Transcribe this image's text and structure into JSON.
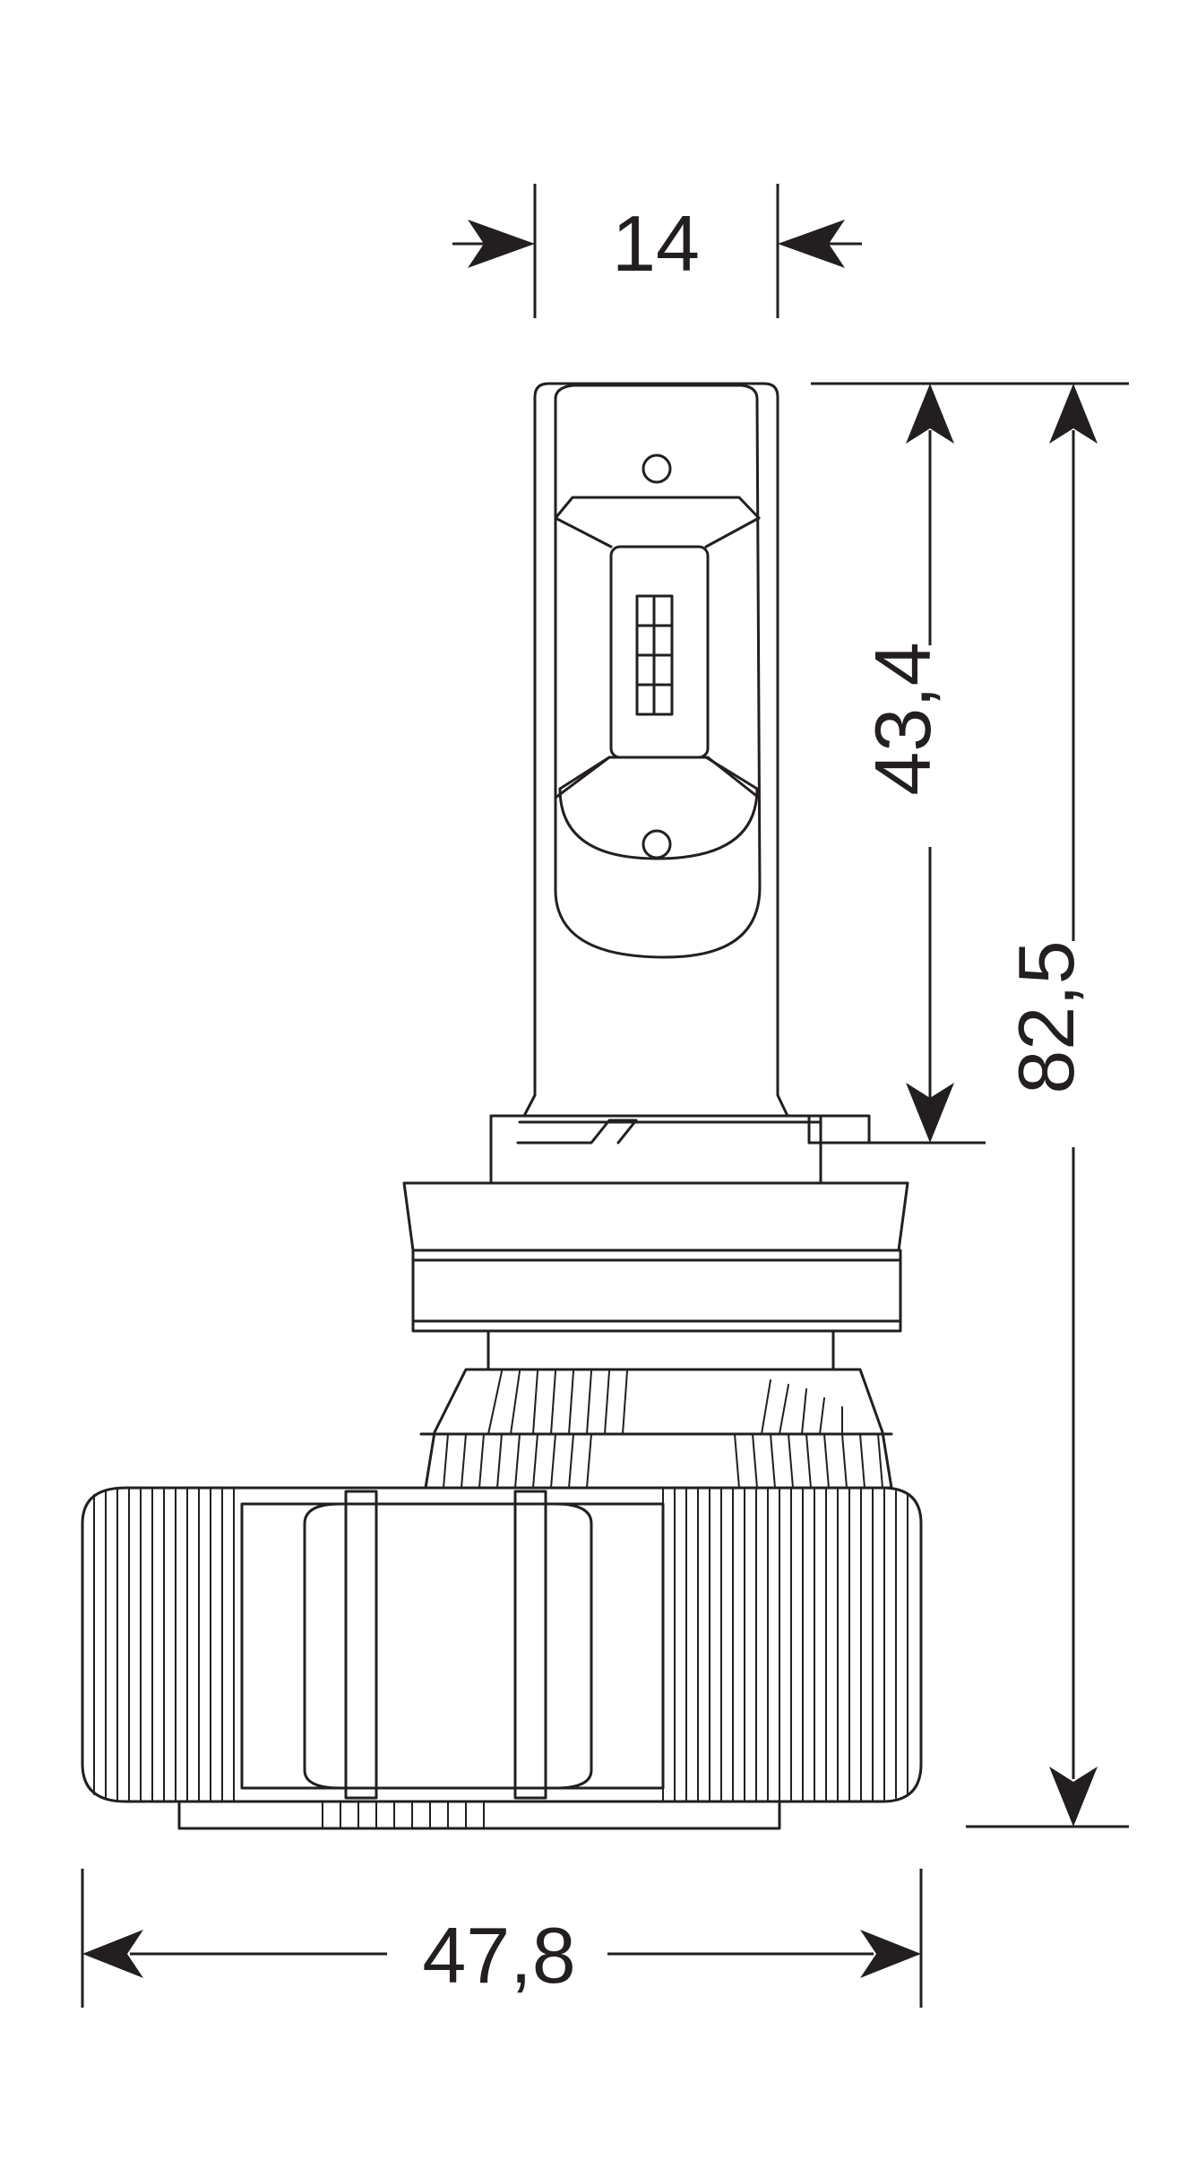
{
  "dimensions": {
    "top_width": "14",
    "led_height": "43,4",
    "overall_height": "82,5",
    "overall_width": "47,8"
  },
  "colors": {
    "line": "#231f20",
    "background": "#ffffff"
  }
}
